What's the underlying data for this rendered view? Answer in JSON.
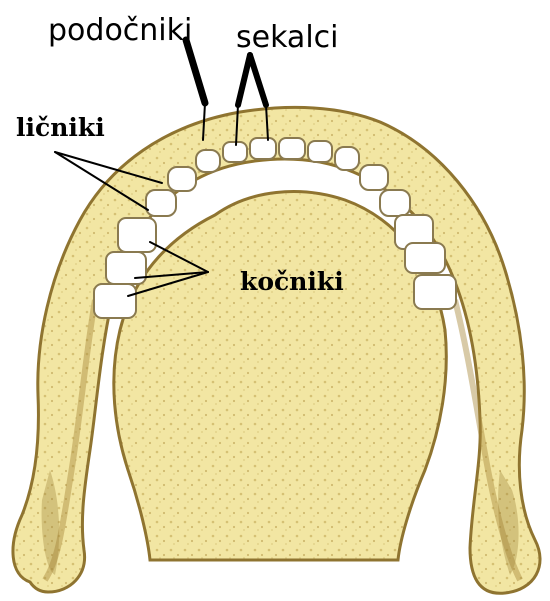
{
  "labels": {
    "canines": "podočniki",
    "incisors": "sekalci",
    "premolars": "ličniki",
    "molars": "kočniki"
  },
  "colors": {
    "bone_fill": "#f2e6a3",
    "bone_dark": "#a88a3c",
    "bone_shadow": "#c9b160",
    "tooth_fill": "#ffffff",
    "tooth_stroke": "#8a7a50",
    "line": "#000000"
  }
}
